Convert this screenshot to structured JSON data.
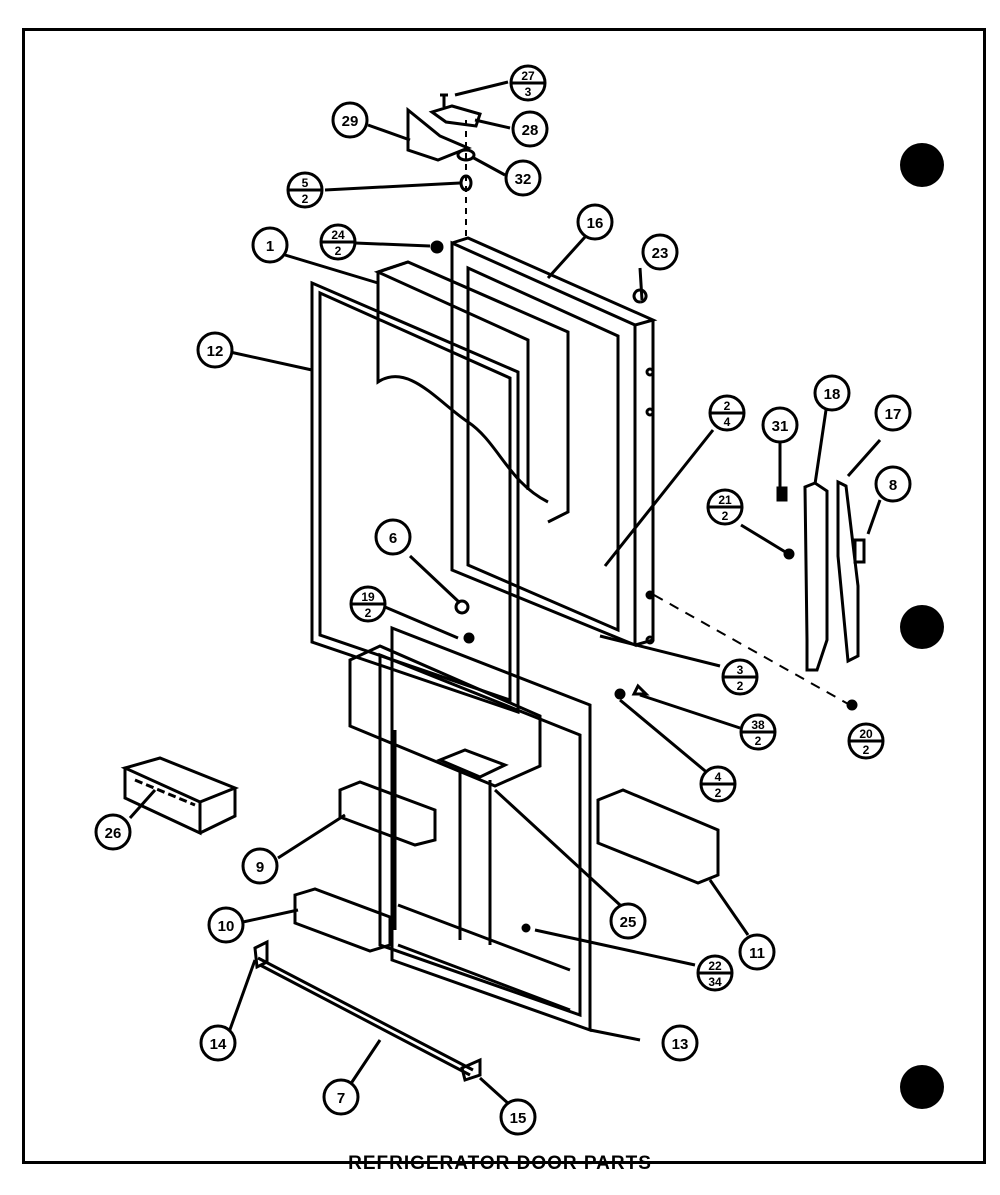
{
  "title": "REFRIGERATOR DOOR PARTS",
  "callouts": [
    {
      "id": "c27",
      "top": "27",
      "bottom": "3"
    },
    {
      "id": "c28",
      "top": "28"
    },
    {
      "id": "c29",
      "top": "29"
    },
    {
      "id": "c32",
      "top": "32"
    },
    {
      "id": "c5",
      "top": "5",
      "bottom": "2"
    },
    {
      "id": "c24",
      "top": "24",
      "bottom": "2"
    },
    {
      "id": "c1",
      "top": "1"
    },
    {
      "id": "c16",
      "top": "16"
    },
    {
      "id": "c23",
      "top": "23"
    },
    {
      "id": "c12",
      "top": "12"
    },
    {
      "id": "c2",
      "top": "2",
      "bottom": "4"
    },
    {
      "id": "c31",
      "top": "31"
    },
    {
      "id": "c18",
      "top": "18"
    },
    {
      "id": "c17",
      "top": "17"
    },
    {
      "id": "c8",
      "top": "8"
    },
    {
      "id": "c21",
      "top": "21",
      "bottom": "2"
    },
    {
      "id": "c6",
      "top": "6"
    },
    {
      "id": "c19",
      "top": "19",
      "bottom": "2"
    },
    {
      "id": "c3",
      "top": "3",
      "bottom": "2"
    },
    {
      "id": "c38",
      "top": "38",
      "bottom": "2"
    },
    {
      "id": "c20",
      "top": "20",
      "bottom": "2"
    },
    {
      "id": "c4",
      "top": "4",
      "bottom": "2"
    },
    {
      "id": "c26",
      "top": "26"
    },
    {
      "id": "c9",
      "top": "9"
    },
    {
      "id": "c25",
      "top": "25"
    },
    {
      "id": "c11",
      "top": "11"
    },
    {
      "id": "c10",
      "top": "10"
    },
    {
      "id": "c22",
      "top": "22",
      "bottom": "34"
    },
    {
      "id": "c14",
      "top": "14"
    },
    {
      "id": "c13",
      "top": "13"
    },
    {
      "id": "c7",
      "top": "7"
    },
    {
      "id": "c15",
      "top": "15"
    }
  ]
}
